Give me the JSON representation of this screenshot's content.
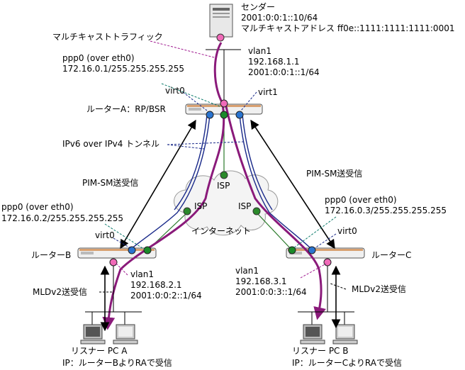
{
  "server": {
    "label": "センダー",
    "address": "2001:0:0:1::10/64",
    "multicast_address": "マルチキャストアドレス ff0e::1111:1111:1111:0001"
  },
  "multicast_traffic_label": "マルチキャストトラフィック",
  "router_a": {
    "label": "ルーターA：RP/BSR",
    "ppp0": "ppp0 (over eth0)",
    "ppp0_addr": "172.16.0.1/255.255.255.255",
    "vlan": "vlan1",
    "vlan_ipv4": "192.168.1.1",
    "vlan_ipv6": "2001:0:0:1::1/64",
    "virt0": "virt0",
    "virt1": "virt1"
  },
  "tunnel_label": "IPv6 over IPv4 トンネル",
  "pim_left": "PIM-SM送受信",
  "pim_right": "PIM-SM送受信",
  "isp_labels": [
    "ISP",
    "ISP",
    "ISP"
  ],
  "internet_label": "インターネット",
  "router_b": {
    "label": "ルーターB",
    "ppp0": "ppp0 (over eth0)",
    "ppp0_addr": "172.16.0.2/255.255.255.255",
    "virt0": "virt0",
    "vlan": "vlan1",
    "vlan_ipv4": "192.168.2.1",
    "vlan_ipv6": "2001:0:0:2::1/64"
  },
  "router_c": {
    "label": "ルーターC",
    "ppp0": "ppp0 (over eth0)",
    "ppp0_addr": "172.16.0.3/255.255.255.255",
    "virt0": "virt0",
    "vlan": "vlan1",
    "vlan_ipv4": "192.168.3.1",
    "vlan_ipv6": "2001:0:0:3::1/64"
  },
  "mld_left": "MLDv2送受信",
  "mld_right": "MLDv2送受信",
  "listener_a": {
    "label": "リスナー PC A",
    "ip": "IP：ルーターBよりRAで受信"
  },
  "listener_b": {
    "label": "リスナー PC B",
    "ip": "IP：ルーターCよりRAで受信"
  },
  "colors": {
    "multicast": "#8a1a7a",
    "tunnel": "#1a2a8a",
    "isp_link": "#2a7a2a",
    "pink_port": "#f06ab8",
    "blue_port": "#2a74d0",
    "green_port": "#1a8a2a",
    "leader_green": "#0a7a6a"
  }
}
